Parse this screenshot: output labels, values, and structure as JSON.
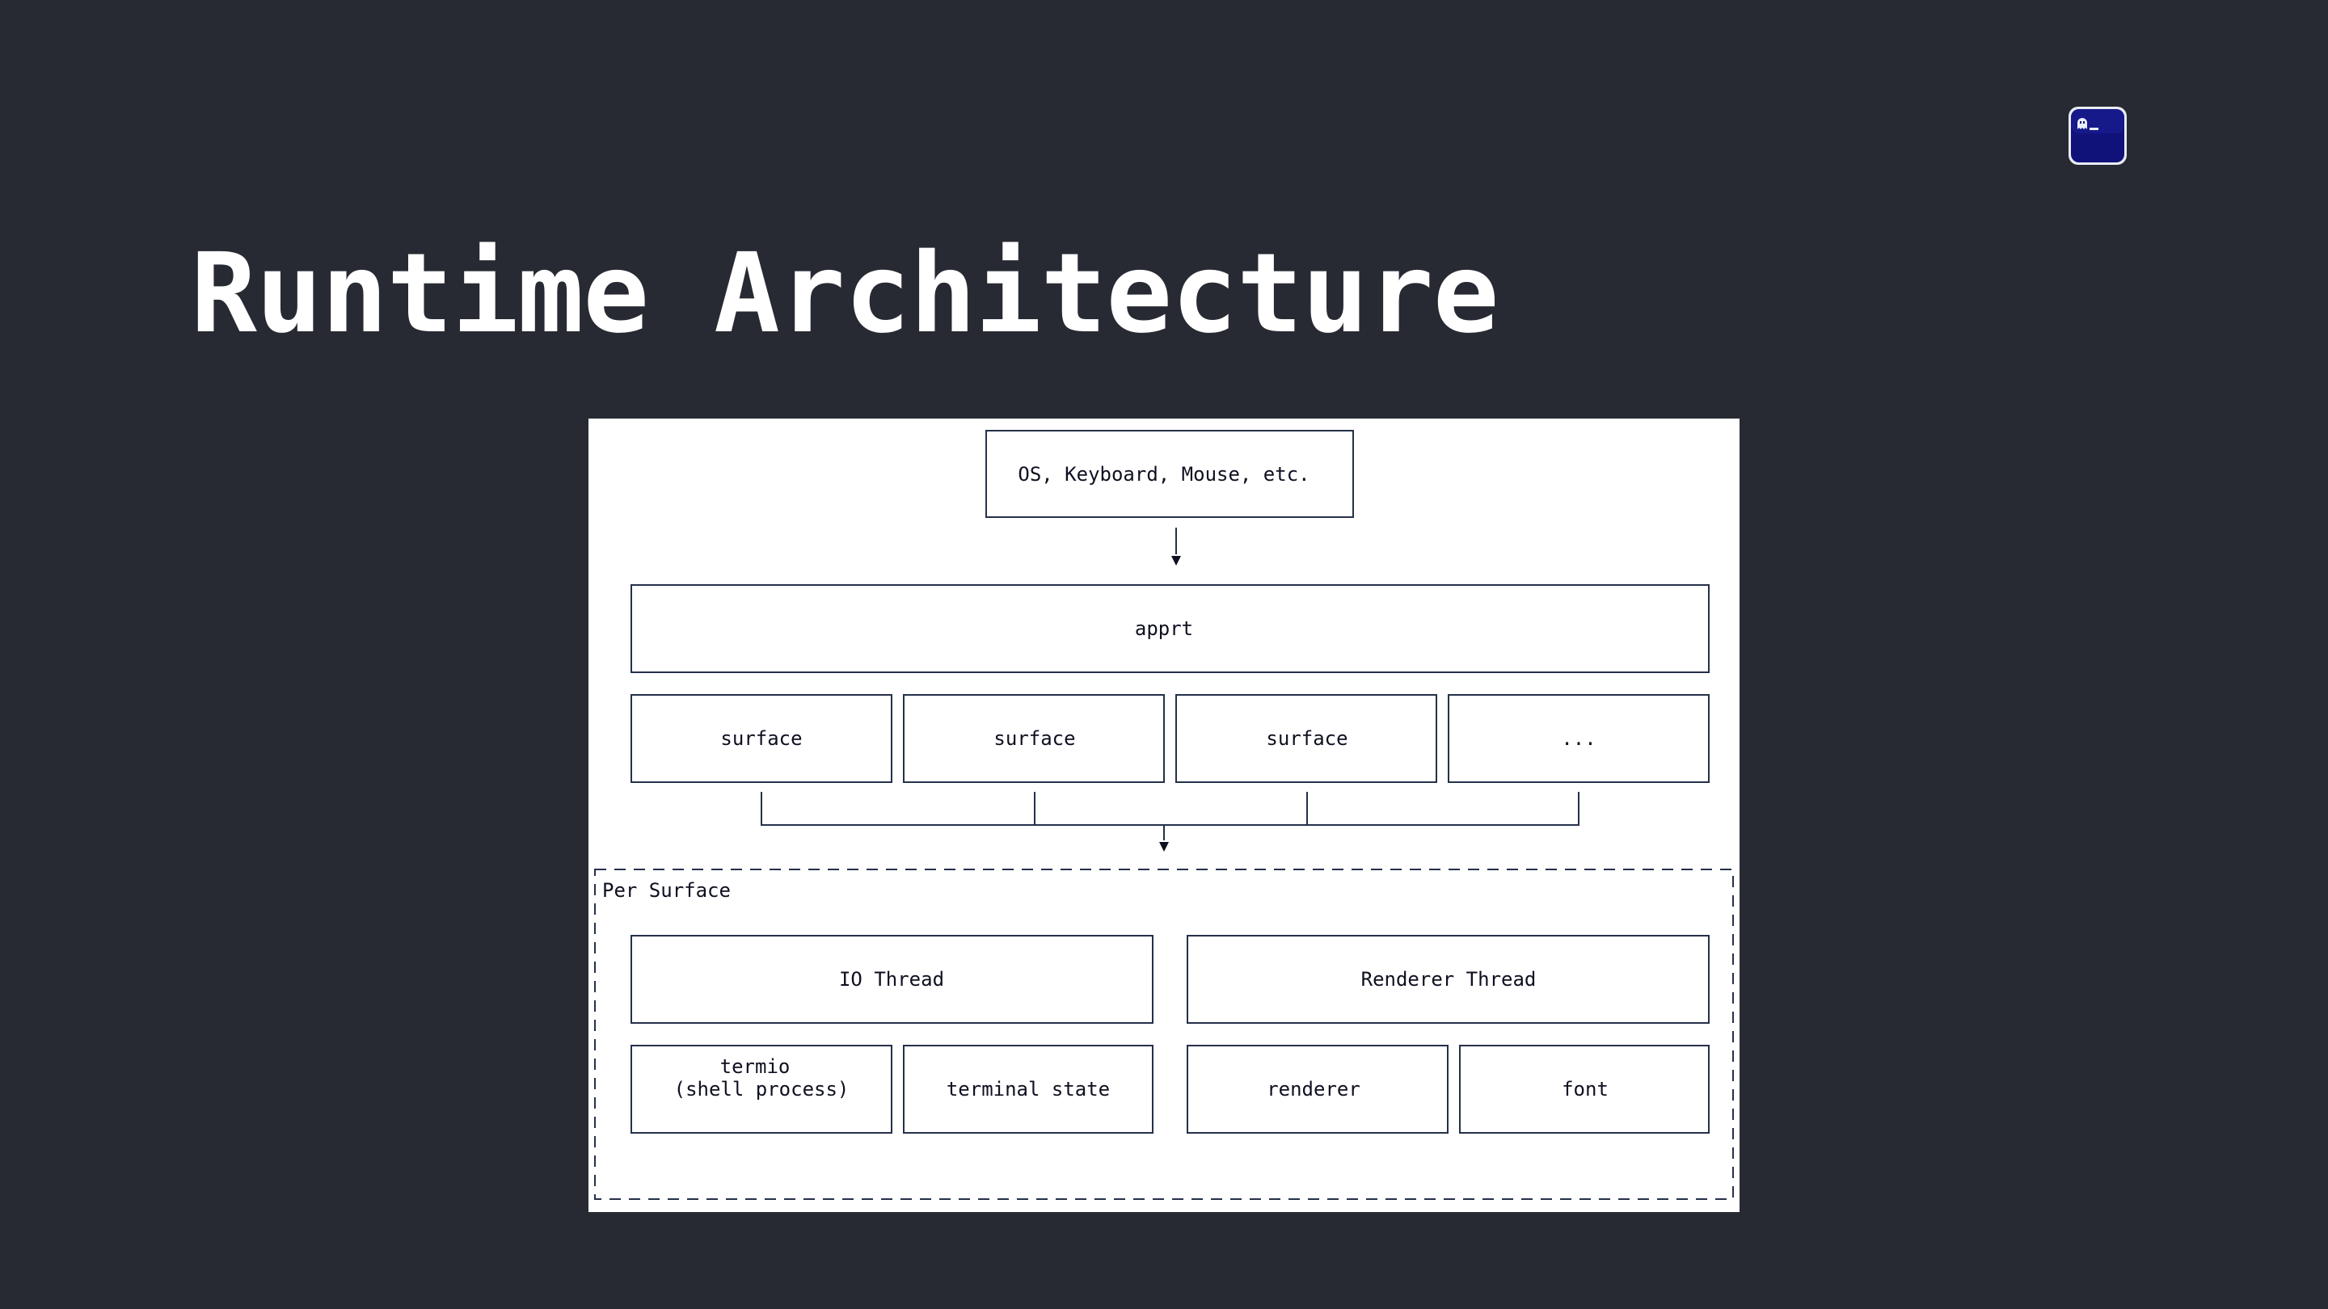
{
  "slide": {
    "title": "Runtime Architecture",
    "background_color": "#282a33",
    "title_color": "#ffffff"
  },
  "app_icon": {
    "icon": "ghostty-terminal-icon",
    "color": "#10127a"
  },
  "diagram": {
    "line_color": "#25304a",
    "input_box": "OS, Keyboard, Mouse, etc.",
    "apprt_box": "apprt",
    "surfaces": [
      "surface",
      "surface",
      "surface",
      "..."
    ],
    "group_label": "Per Surface",
    "io_thread": "IO Thread",
    "renderer_thread": "Renderer Thread",
    "termio_line1": "termio",
    "termio_line2": "(shell process)",
    "terminal_state": "terminal state",
    "renderer": "renderer",
    "font": "font"
  }
}
